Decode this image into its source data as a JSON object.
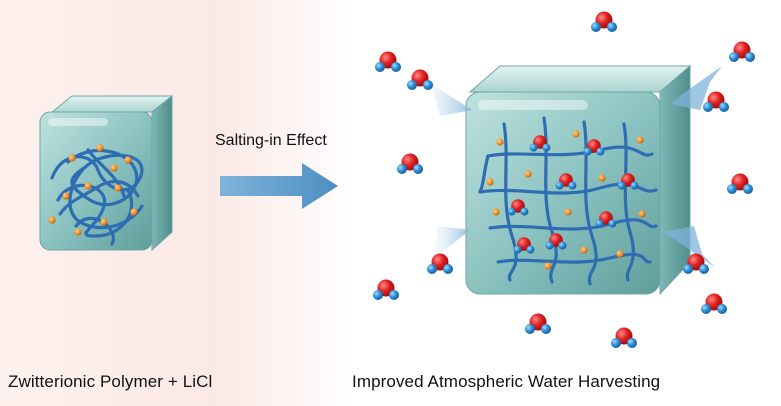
{
  "labels": {
    "left_caption": "Zwitterionic Polymer + LiCl",
    "arrow_label": "Salting-in Effect",
    "right_caption": "Improved Atmospheric Water Harvesting"
  },
  "colors": {
    "cube": "#8fc6c4",
    "polymer_chain": "#2f6db3",
    "lithium_ion": "#f0902a",
    "oxygen": "#e02020",
    "hydrogen": "#2f8fd8",
    "arrow": "#5a9bc8"
  }
}
